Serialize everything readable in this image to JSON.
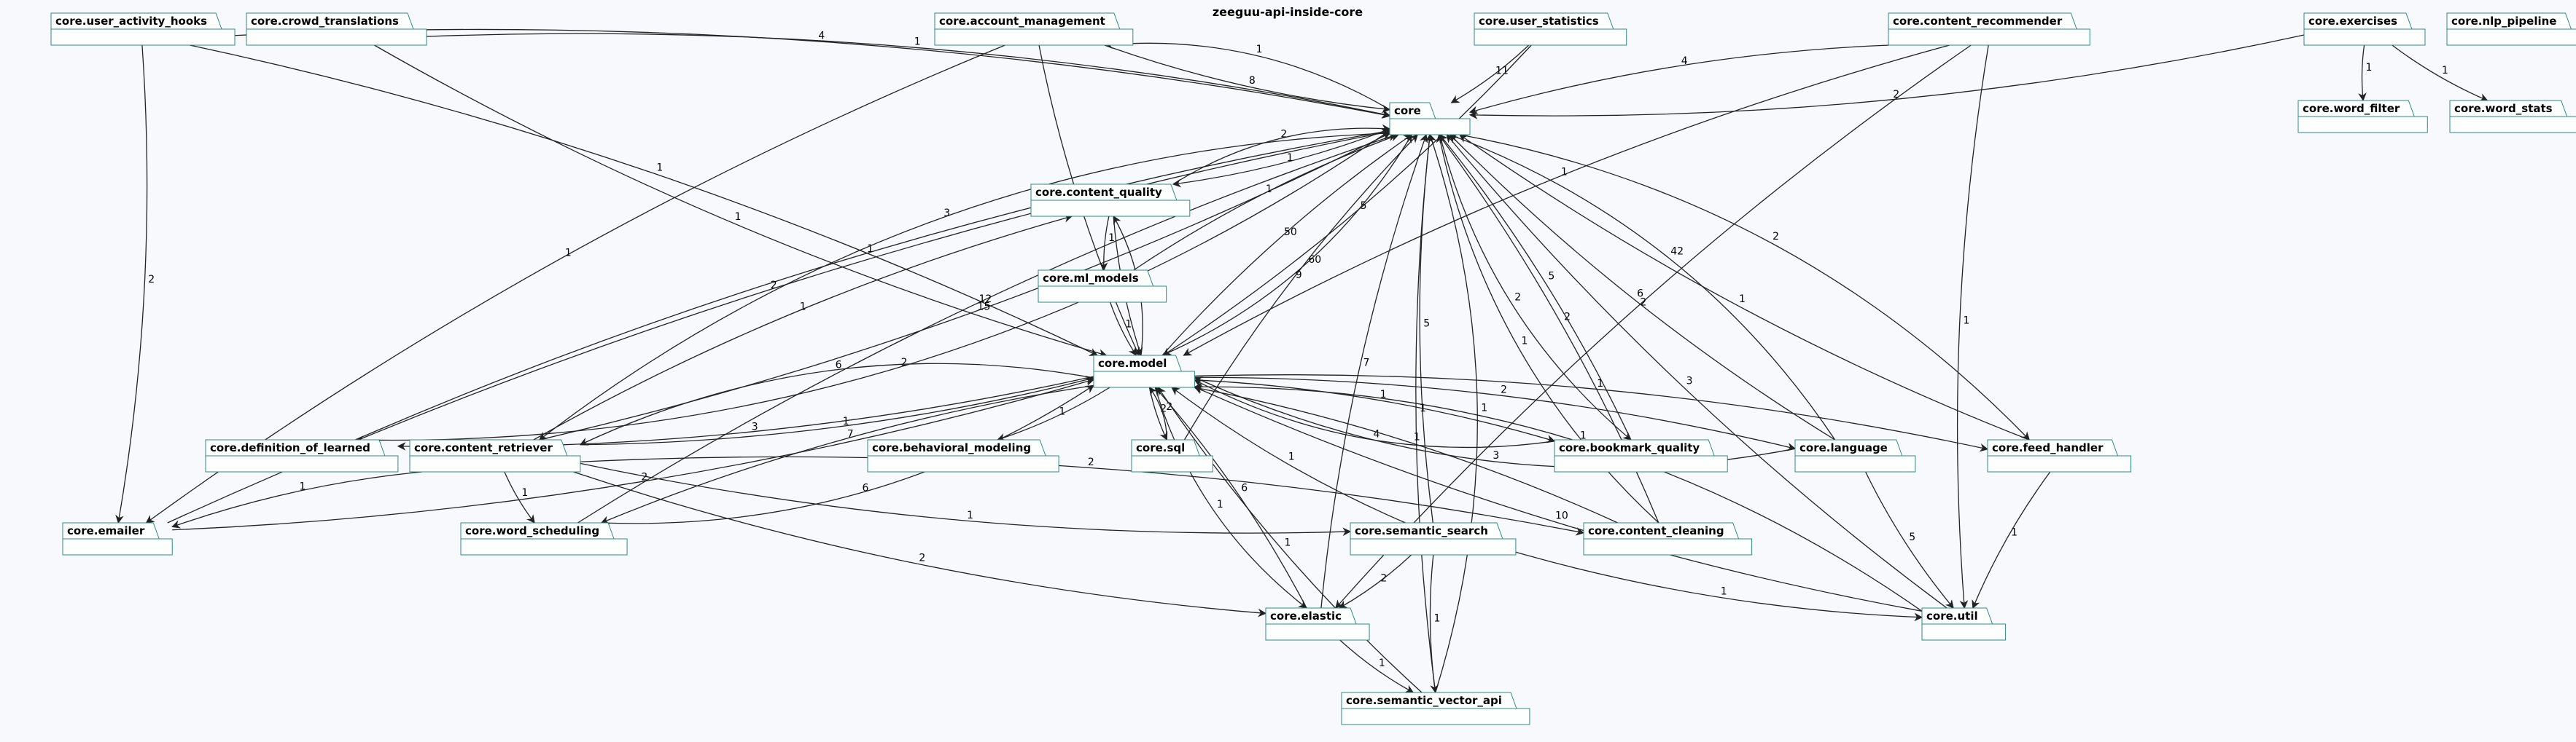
{
  "title": "zeeguu-api-inside-core",
  "colors": {
    "background": "#f8f9fc",
    "package_border": "#2e8b80",
    "edge": "#222222"
  },
  "nodes": [
    {
      "id": "core",
      "label": "core"
    },
    {
      "id": "user_activity_hooks",
      "label": "core.user_activity_hooks"
    },
    {
      "id": "crowd_translations",
      "label": "core.crowd_translations"
    },
    {
      "id": "account_management",
      "label": "core.account_management"
    },
    {
      "id": "user_statistics",
      "label": "core.user_statistics"
    },
    {
      "id": "content_recommender",
      "label": "core.content_recommender"
    },
    {
      "id": "exercises",
      "label": "core.exercises"
    },
    {
      "id": "nlp_pipeline",
      "label": "core.nlp_pipeline"
    },
    {
      "id": "word_filter",
      "label": "core.word_filter"
    },
    {
      "id": "word_stats",
      "label": "core.word_stats"
    },
    {
      "id": "content_quality",
      "label": "core.content_quality"
    },
    {
      "id": "ml_models",
      "label": "core.ml_models"
    },
    {
      "id": "model",
      "label": "core.model"
    },
    {
      "id": "definition_of_learned",
      "label": "core.definition_of_learned"
    },
    {
      "id": "content_retriever",
      "label": "core.content_retriever"
    },
    {
      "id": "behavioral_modeling",
      "label": "core.behavioral_modeling"
    },
    {
      "id": "sql",
      "label": "core.sql"
    },
    {
      "id": "bookmark_quality",
      "label": "core.bookmark_quality"
    },
    {
      "id": "language",
      "label": "core.language"
    },
    {
      "id": "feed_handler",
      "label": "core.feed_handler"
    },
    {
      "id": "emailer",
      "label": "core.emailer"
    },
    {
      "id": "word_scheduling",
      "label": "core.word_scheduling"
    },
    {
      "id": "semantic_search",
      "label": "core.semantic_search"
    },
    {
      "id": "content_cleaning",
      "label": "core.content_cleaning"
    },
    {
      "id": "elastic",
      "label": "core.elastic"
    },
    {
      "id": "util",
      "label": "core.util"
    },
    {
      "id": "semantic_vector_api",
      "label": "core.semantic_vector_api"
    }
  ],
  "edges": [
    {
      "from": "user_activity_hooks",
      "to": "core",
      "label": "4"
    },
    {
      "from": "user_activity_hooks",
      "to": "emailer",
      "label": "2"
    },
    {
      "from": "user_activity_hooks",
      "to": "model",
      "label": "1"
    },
    {
      "from": "crowd_translations",
      "to": "core",
      "label": "1"
    },
    {
      "from": "crowd_translations",
      "to": "model",
      "label": "1"
    },
    {
      "from": "account_management",
      "to": "core",
      "label": "8"
    },
    {
      "from": "core",
      "to": "account_management",
      "label": "1"
    },
    {
      "from": "account_management",
      "to": "emailer",
      "label": "1"
    },
    {
      "from": "account_management",
      "to": "model",
      "label": "5"
    },
    {
      "from": "user_statistics",
      "to": "core",
      "label": "11"
    },
    {
      "from": "user_statistics",
      "to": "model",
      "label": "5"
    },
    {
      "from": "content_recommender",
      "to": "core",
      "label": "4"
    },
    {
      "from": "content_recommender",
      "to": "model",
      "label": "1"
    },
    {
      "from": "content_recommender",
      "to": "elastic",
      "label": "2"
    },
    {
      "from": "content_recommender",
      "to": "util",
      "label": "1"
    },
    {
      "from": "exercises",
      "to": "core",
      "label": "2"
    },
    {
      "from": "exercises",
      "to": "word_filter",
      "label": "1"
    },
    {
      "from": "exercises",
      "to": "word_stats",
      "label": "1"
    },
    {
      "from": "core",
      "to": "content_quality",
      "label": "1"
    },
    {
      "from": "content_quality",
      "to": "core",
      "label": "2"
    },
    {
      "from": "content_quality",
      "to": "ml_models",
      "label": "1"
    },
    {
      "from": "content_quality",
      "to": "model",
      "label": "1"
    },
    {
      "from": "model",
      "to": "content_quality",
      "label": "1"
    },
    {
      "from": "ml_models",
      "to": "core",
      "label": "1"
    },
    {
      "from": "ml_models",
      "to": "model",
      "label": "1"
    },
    {
      "from": "model",
      "to": "core",
      "label": "50"
    },
    {
      "from": "model",
      "to": "core",
      "label": "60"
    },
    {
      "from": "definition_of_learned",
      "to": "core",
      "label": "1"
    },
    {
      "from": "core",
      "to": "definition_of_learned",
      "label": "2"
    },
    {
      "from": "content_retriever",
      "to": "core",
      "label": "15"
    },
    {
      "from": "core",
      "to": "content_retriever",
      "label": "3"
    },
    {
      "from": "content_retriever",
      "to": "content_quality",
      "label": "1"
    },
    {
      "from": "content_retriever",
      "to": "model",
      "label": "1"
    },
    {
      "from": "model",
      "to": "content_retriever",
      "label": "6"
    },
    {
      "from": "model",
      "to": "definition_of_learned",
      "label": "3"
    },
    {
      "from": "content_retriever",
      "to": "emailer",
      "label": "1"
    },
    {
      "from": "content_retriever",
      "to": "word_scheduling",
      "label": "1"
    },
    {
      "from": "content_retriever",
      "to": "semantic_search",
      "label": "1"
    },
    {
      "from": "content_retriever",
      "to": "content_cleaning",
      "label": "2"
    },
    {
      "from": "content_retriever",
      "to": "elastic",
      "label": "2"
    },
    {
      "from": "emailer",
      "to": "core",
      "label": "2"
    },
    {
      "from": "emailer",
      "to": "model",
      "label": "2"
    },
    {
      "from": "word_scheduling",
      "to": "core",
      "label": "12"
    },
    {
      "from": "model",
      "to": "word_scheduling",
      "label": "7"
    },
    {
      "from": "word_scheduling",
      "to": "model",
      "label": "6"
    },
    {
      "from": "model",
      "to": "behavioral_modeling",
      "label": "1"
    },
    {
      "from": "model",
      "to": "sql",
      "label": "2"
    },
    {
      "from": "sql",
      "to": "model",
      "label": "2"
    },
    {
      "from": "sql",
      "to": "core",
      "label": "9"
    },
    {
      "from": "model",
      "to": "bookmark_quality",
      "label": "1"
    },
    {
      "from": "bookmark_quality",
      "to": "model",
      "label": "4"
    },
    {
      "from": "bookmark_quality",
      "to": "core",
      "label": "5"
    },
    {
      "from": "core",
      "to": "bookmark_quality",
      "label": "2"
    },
    {
      "from": "model",
      "to": "language",
      "label": "2"
    },
    {
      "from": "language",
      "to": "model",
      "label": "3"
    },
    {
      "from": "language",
      "to": "core",
      "label": "6"
    },
    {
      "from": "language",
      "to": "core",
      "label": "42"
    },
    {
      "from": "language",
      "to": "util",
      "label": "5"
    },
    {
      "from": "model",
      "to": "feed_handler",
      "label": "1"
    },
    {
      "from": "feed_handler",
      "to": "core",
      "label": "1"
    },
    {
      "from": "core",
      "to": "feed_handler",
      "label": "2"
    },
    {
      "from": "feed_handler",
      "to": "util",
      "label": "1"
    },
    {
      "from": "semantic_search",
      "to": "model",
      "label": "1"
    },
    {
      "from": "semantic_search",
      "to": "core",
      "label": "5"
    },
    {
      "from": "semantic_search",
      "to": "elastic",
      "label": "2"
    },
    {
      "from": "semantic_search",
      "to": "semantic_vector_api",
      "label": "1"
    },
    {
      "from": "semantic_search",
      "to": "util",
      "label": "1"
    },
    {
      "from": "content_cleaning",
      "to": "core",
      "label": "2"
    },
    {
      "from": "content_cleaning",
      "to": "core",
      "label": "1"
    },
    {
      "from": "content_cleaning",
      "to": "model",
      "label": "1"
    },
    {
      "from": "elastic",
      "to": "core",
      "label": "7"
    },
    {
      "from": "elastic",
      "to": "model",
      "label": "6"
    },
    {
      "from": "model",
      "to": "elastic",
      "label": "1"
    },
    {
      "from": "elastic",
      "to": "semantic_vector_api",
      "label": "1"
    },
    {
      "from": "util",
      "to": "model",
      "label": "10"
    },
    {
      "from": "util",
      "to": "model",
      "label": "1"
    },
    {
      "from": "util",
      "to": "core",
      "label": "3"
    },
    {
      "from": "semantic_vector_api",
      "to": "core",
      "label": "1"
    },
    {
      "from": "semantic_vector_api",
      "to": "core",
      "label": "1"
    },
    {
      "from": "semantic_vector_api",
      "to": "model",
      "label": "1"
    }
  ]
}
